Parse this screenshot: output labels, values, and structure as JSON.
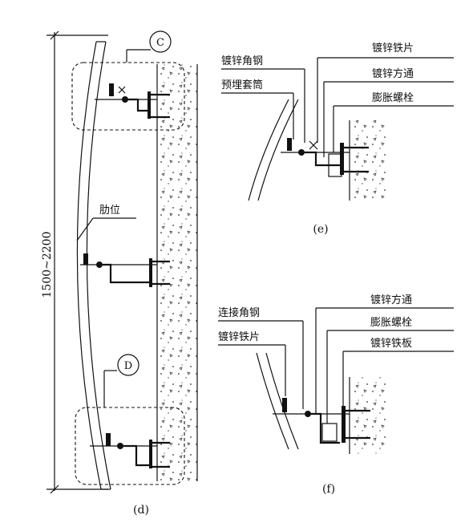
{
  "dimension": {
    "text": "1500~2200"
  },
  "detail_markers": {
    "c": "C",
    "d": "D"
  },
  "captions": {
    "d": "(d)",
    "e": "(e)",
    "f": "(f)"
  },
  "labels": {
    "rib": "肋位",
    "e_angle": "镀锌角钢",
    "e_sleeve": "预埋套筒",
    "e_sheet": "镀锌铁片",
    "e_tube": "镀锌方通",
    "e_bolt": "膨胀螺栓",
    "f_angle": "连接角钢",
    "f_sheet": "镀锌铁片",
    "f_tube": "镀锌方通",
    "f_bolt": "膨胀螺栓",
    "f_plate": "镀锌铁板"
  }
}
